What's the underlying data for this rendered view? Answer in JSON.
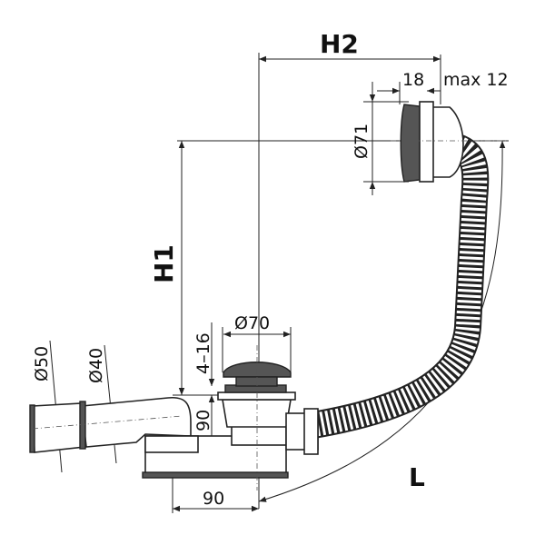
{
  "labels": {
    "h2": "H2",
    "h1": "H1",
    "l": "L",
    "overflow_gap": "18",
    "max_wall": "max 12",
    "overflow_diameter": "Ø71",
    "drain_diameter": "Ø70",
    "drain_adjust": "4–16",
    "height_90": "90",
    "width_90": "90",
    "outlet_50": "Ø50",
    "outlet_40": "Ø40"
  }
}
